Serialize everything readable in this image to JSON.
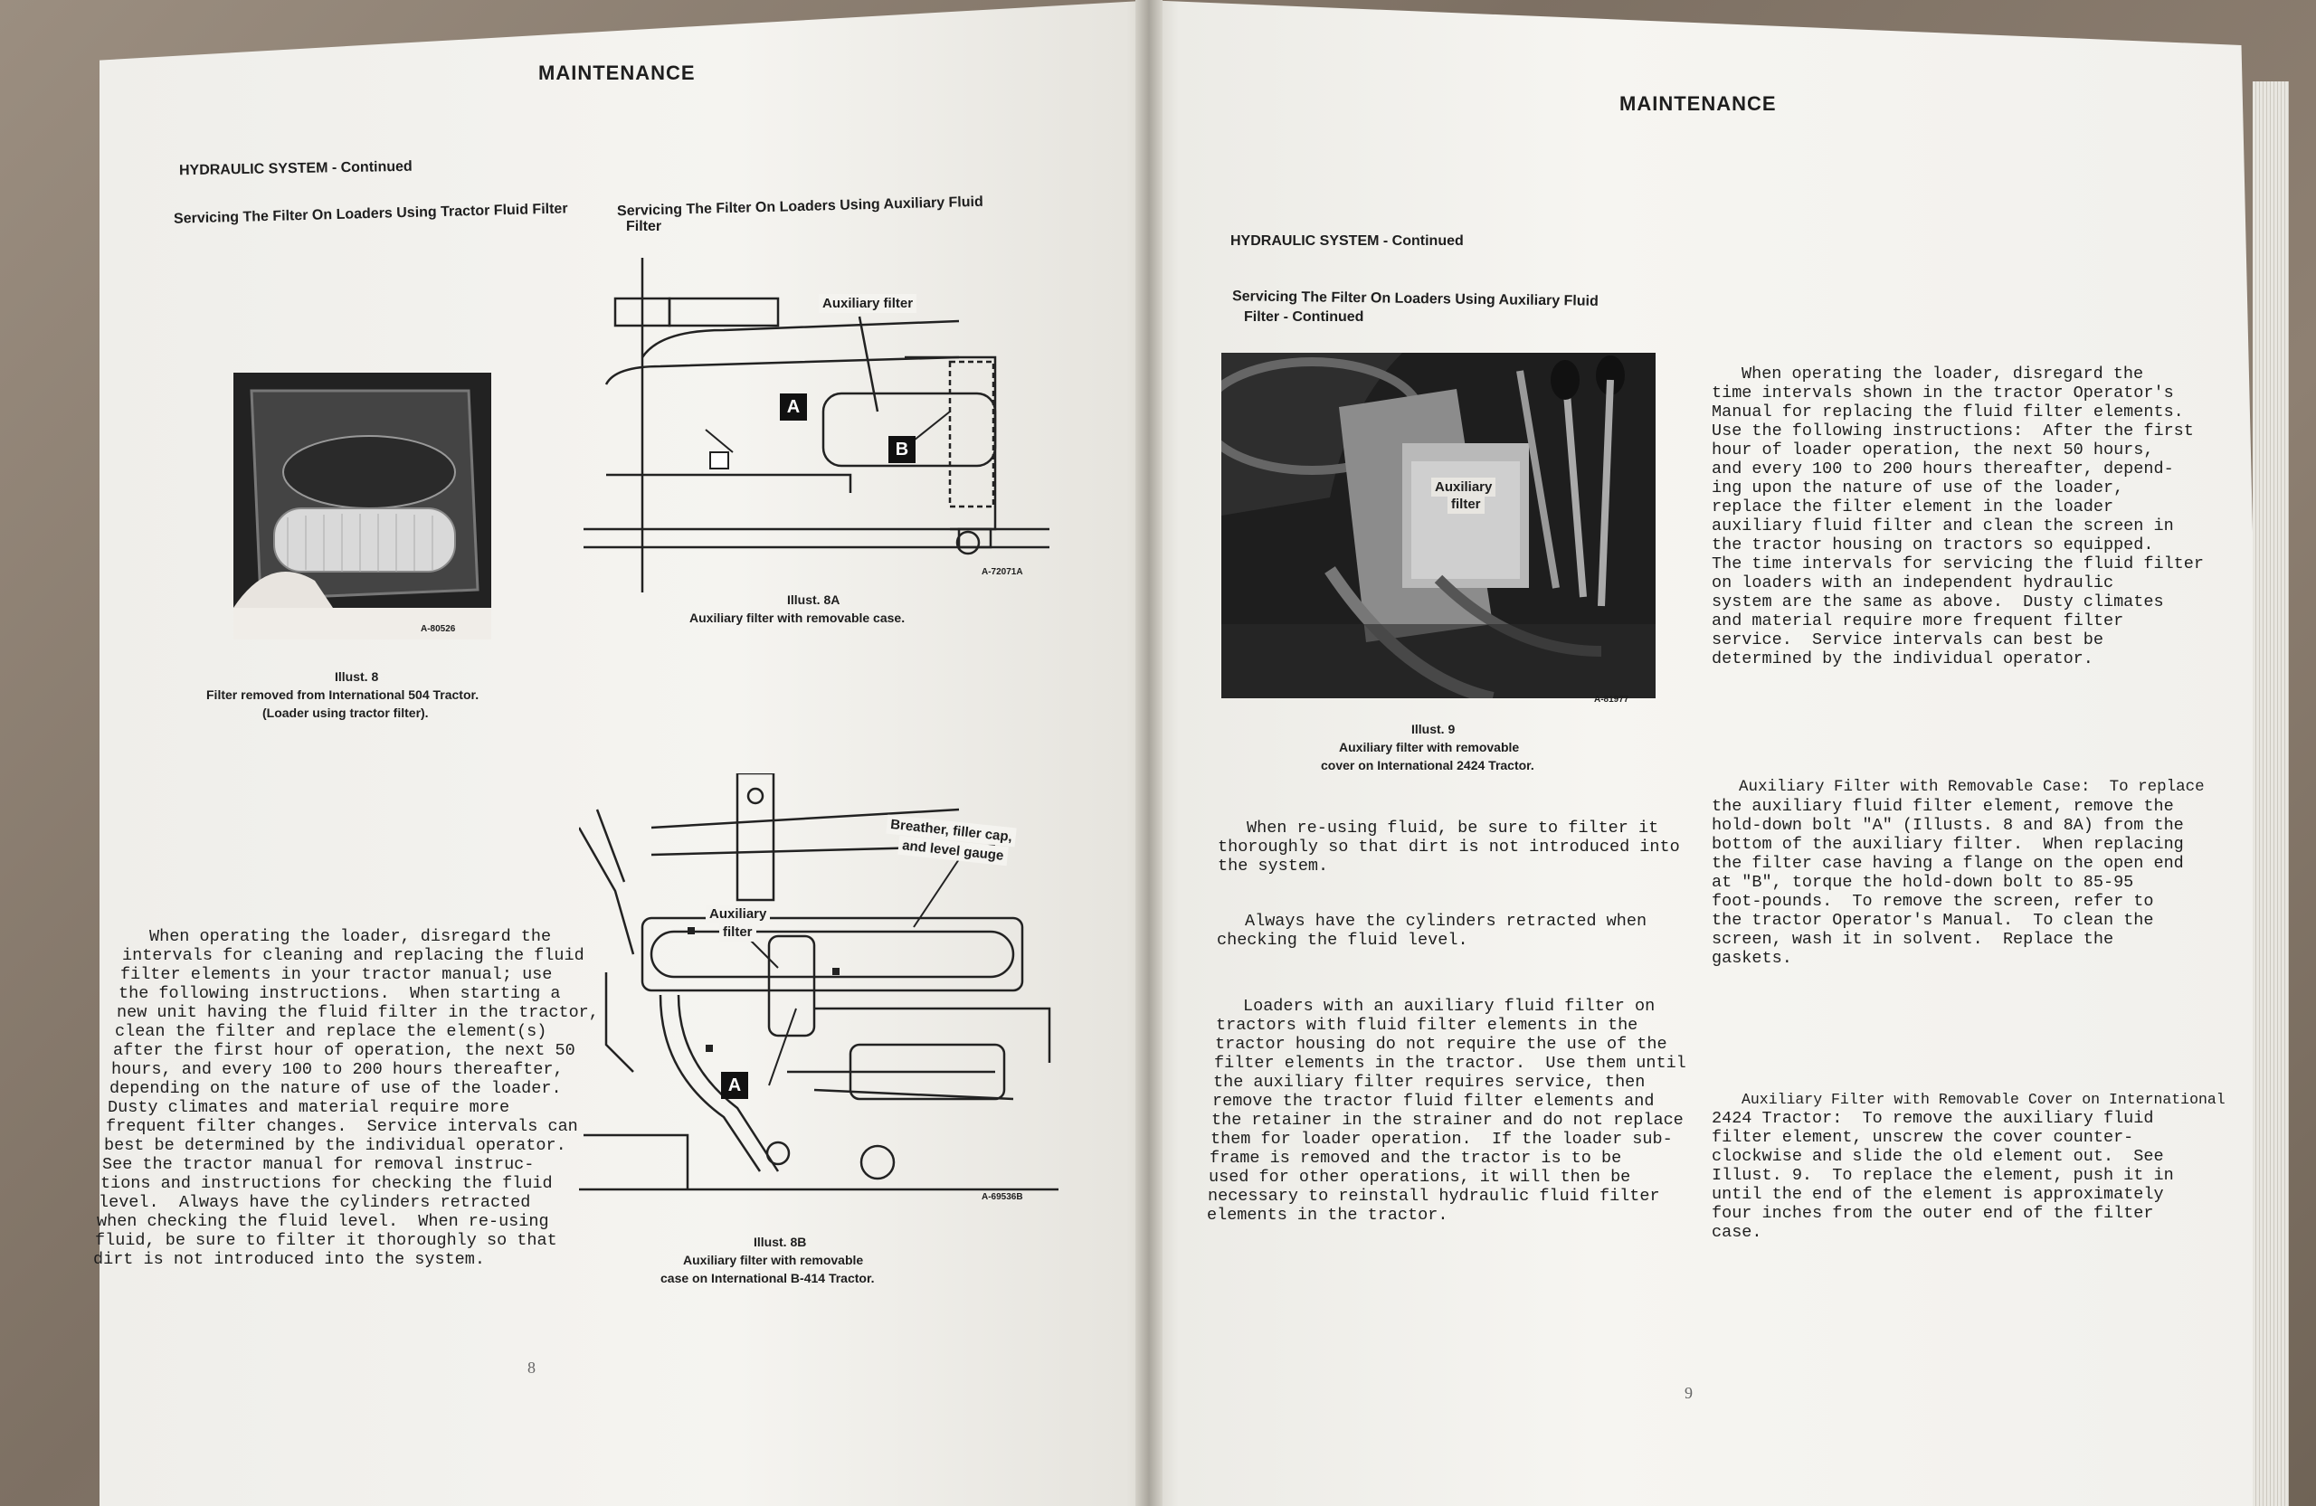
{
  "left_page": {
    "header": "MAINTENANCE",
    "section": "HYDRAULIC SYSTEM - Continued",
    "subsection_1": "Servicing The Filter On Loaders Using Tractor Fluid Filter",
    "subsection_2_line1": "Servicing The Filter On Loaders Using Auxiliary Fluid",
    "subsection_2_line2": "Filter",
    "illus_8": {
      "fig_id": "A-80526",
      "title": "Illust. 8",
      "line1": "Filter removed from International 504 Tractor.",
      "line2": "(Loader using tractor filter)."
    },
    "illus_8a": {
      "callout": "Auxiliary  filter",
      "label_a": "A",
      "label_b": "B",
      "fig_id": "A-72071A",
      "title": "Illust. 8A",
      "line1": "Auxiliary filter with removable case."
    },
    "illus_8b": {
      "callout_1_line1": "Breather, filler cap,",
      "callout_1_line2": "and  level gauge",
      "callout_2_line1": "Auxiliary",
      "callout_2_line2": "filter",
      "label_a": "A",
      "fig_id": "A-69536B",
      "title": "Illust. 8B",
      "line1": "Auxiliary filter with removable",
      "line2": "case on International B-414 Tractor."
    },
    "body_lines": [
      "When operating the loader, disregard the",
      "intervals for cleaning and replacing the fluid",
      "filter elements in your tractor manual; use",
      "the following instructions.  When starting a",
      "new unit having the fluid filter in the tractor,",
      "clean the filter and replace the element(s)",
      "after the first hour of operation, the next 50",
      "hours, and every 100 to 200 hours thereafter,",
      "depending on the nature of use of the loader.",
      "Dusty climates and material require more",
      "frequent filter changes.  Service intervals can",
      "best be determined by the individual operator.",
      "See the tractor manual for removal instruc-",
      "tions and instructions for checking the fluid",
      "level.  Always have the cylinders retracted",
      "when checking the fluid level.  When re-using",
      "fluid, be sure to filter it thoroughly so that",
      "dirt is not introduced into the system."
    ],
    "page_number": "8"
  },
  "right_page": {
    "header": "MAINTENANCE",
    "section": "HYDRAULIC SYSTEM - Continued",
    "subsection_line1": "Servicing The Filter On Loaders Using Auxiliary Fluid",
    "subsection_line2": "Filter - Continued",
    "illus_9": {
      "callout_line1": "Auxiliary",
      "callout_line2": "filter",
      "fig_id": "A-81977",
      "title": "Illust. 9",
      "line1": "Auxiliary filter with removable",
      "line2": "cover on International 2424 Tractor."
    },
    "para_1": [
      "When re-using fluid, be sure to filter it",
      "thoroughly so that dirt is not introduced into",
      "the system."
    ],
    "para_2": [
      "Always have the cylinders retracted when",
      "checking the fluid level."
    ],
    "para_3": [
      "Loaders with an auxiliary fluid filter on",
      "tractors with fluid filter elements in the",
      "tractor housing do not require the use of the",
      "filter elements in the tractor.  Use them until",
      "the auxiliary filter requires service, then",
      "remove the tractor fluid filter elements and",
      "the retainer in the strainer and do not replace",
      "them for loader operation.  If the loader sub-",
      "frame is removed and the tractor is to be",
      "used for other operations, it will then be",
      "necessary to reinstall hydraulic fluid filter",
      "elements in the tractor."
    ],
    "col2_para_1": [
      "When operating the loader, disregard the",
      "time intervals shown in the tractor Operator's",
      "Manual for replacing the fluid filter elements.",
      "Use the following instructions:  After the first",
      "hour of loader operation, the next 50 hours,",
      "and every 100 to 200 hours thereafter, depend-",
      "ing upon the nature of use of the loader,",
      "replace the filter element in the loader",
      "auxiliary fluid filter and clean the screen in",
      "the tractor housing on tractors so equipped.",
      "The time intervals for servicing the fluid filter",
      "on loaders with an independent hydraulic",
      "system are the same as above.  Dusty climates",
      "and material require more frequent filter",
      "service.  Service intervals can best be",
      "determined by the individual operator."
    ],
    "col2_para_2": [
      "Auxiliary Filter with Removable Case:  To replace",
      "the auxiliary fluid filter element, remove the",
      "hold-down bolt \"A\" (Illusts. 8 and 8A) from the",
      "bottom of the auxiliary filter.  When replacing",
      "the filter case having a flange on the open end",
      "at \"B\", torque the hold-down bolt to 85-95",
      "foot-pounds.  To remove the screen, refer to",
      "the tractor Operator's Manual.  To clean the",
      "screen, wash it in solvent.  Replace the",
      "gaskets."
    ],
    "col2_para_3": [
      "Auxiliary Filter with Removable Cover on International",
      "2424 Tractor:  To remove the auxiliary fluid",
      "filter element, unscrew the cover counter-",
      "clockwise and slide the old element out.  See",
      "Illust. 9.  To replace the element, push it in",
      "until the end of the element is approximately",
      "four inches from the outer end of the filter",
      "case."
    ],
    "page_number": "9"
  }
}
